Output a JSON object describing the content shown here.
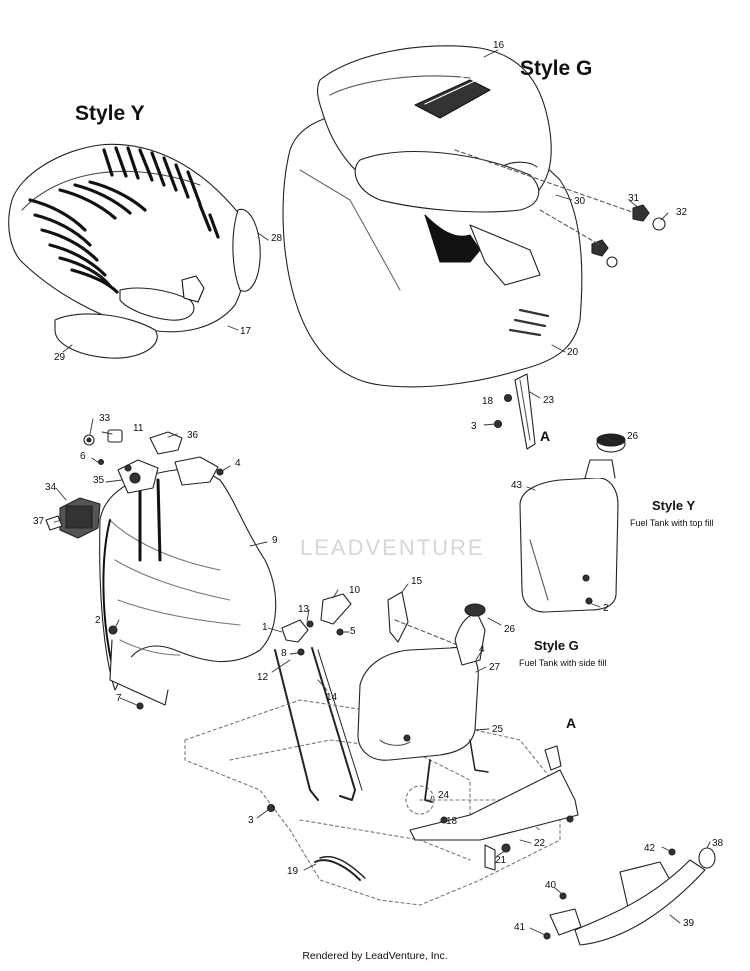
{
  "titles": {
    "style_y": "Style Y",
    "style_g": "Style G"
  },
  "tanks": {
    "style_y": {
      "title": "Style Y",
      "subtitle": "Fuel Tank with top fill"
    },
    "style_g": {
      "title": "Style G",
      "subtitle": "Fuel Tank with side fill"
    }
  },
  "callouts": {
    "c1": "1",
    "c2a": "2",
    "c2b": "2",
    "c3a": "3",
    "c3b": "3",
    "c4a": "4",
    "c4b": "4",
    "c5": "5",
    "c6": "6",
    "c7": "7",
    "c8": "8",
    "c9": "9",
    "c10": "10",
    "c11": "11",
    "c12": "12",
    "c13": "13",
    "c14": "14",
    "c15": "15",
    "c16": "16",
    "c17": "17",
    "c18a": "18",
    "c18b": "18",
    "c19": "19",
    "c20": "20",
    "c21": "21",
    "c22": "22",
    "c23": "23",
    "c24": "24",
    "c25": "25",
    "c26a": "26",
    "c26b": "26",
    "c27": "27",
    "c28": "28",
    "c29": "29",
    "c30": "30",
    "c31": "31",
    "c32": "32",
    "c33": "33",
    "c34": "34",
    "c35": "35",
    "c36": "36",
    "c37": "37",
    "c38": "38",
    "c39": "39",
    "c40": "40",
    "c41": "41",
    "c42": "42",
    "c43": "43"
  },
  "ref_letter": {
    "a1": "A",
    "a2": "A"
  },
  "watermark": "LEADVENTURE",
  "footer": "Rendered by LeadVenture, Inc."
}
